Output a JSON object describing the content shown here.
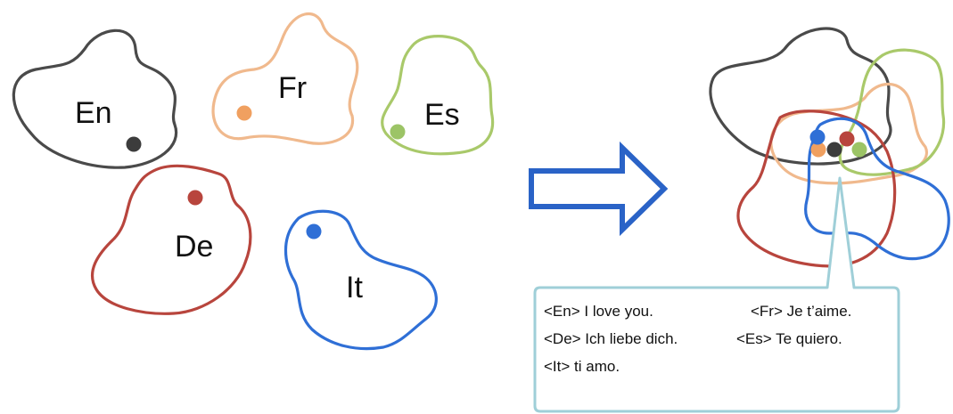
{
  "languages": [
    {
      "code": "En",
      "color": "#4a4a4a"
    },
    {
      "code": "Fr",
      "color": "#f0b98d"
    },
    {
      "code": "Es",
      "color": "#a9c96a"
    },
    {
      "code": "De",
      "color": "#b8453d"
    },
    {
      "code": "It",
      "color": "#2f6fd6"
    }
  ],
  "dot_colors": {
    "En": "#3c3c3c",
    "Fr": "#f0a060",
    "Es": "#9cc466",
    "De": "#b8453d",
    "It": "#2f6fd6"
  },
  "arrow": {
    "icon": "right-arrow-icon",
    "stroke": "#2a63c7",
    "fill": "#ffffff"
  },
  "callout": {
    "border": "#9fcfd8",
    "sentences": [
      {
        "text": "<En> I love you."
      },
      {
        "text": "<Fr> Je t’aime."
      },
      {
        "text": "<De> Ich liebe dich."
      },
      {
        "text": "<Es> Te quiero."
      },
      {
        "text": "<It> ti amo."
      }
    ]
  }
}
